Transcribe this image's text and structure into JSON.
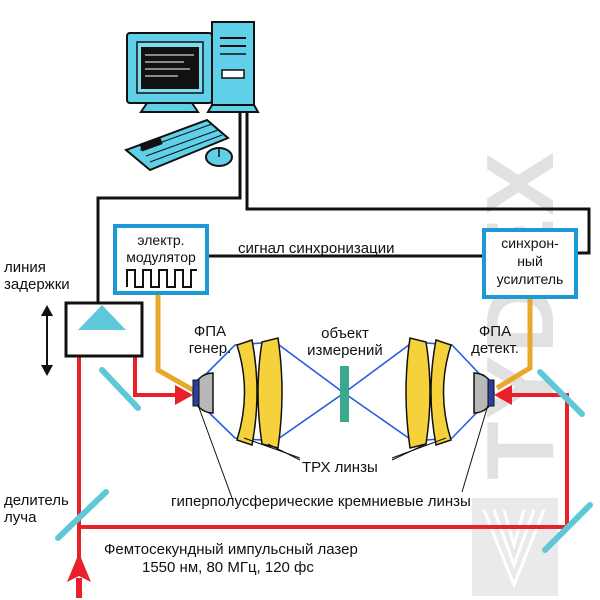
{
  "labels": {
    "delay_line": [
      "линия",
      "задержки"
    ],
    "modulator": [
      "электр.",
      "модулятор"
    ],
    "sync_signal": "сигнал  синхронизации",
    "lockin": [
      "синхрон-",
      "ный",
      "усилитель"
    ],
    "pca_gen": [
      "ФПА",
      "генер."
    ],
    "object": [
      "объект",
      "измерений"
    ],
    "pca_det": [
      "ФПА",
      "детект."
    ],
    "tpx_lenses": "ТРХ линзы",
    "si_lenses": "гиперполусферические кремниевые линзы",
    "splitter": [
      "делитель",
      "луча"
    ],
    "laser_line1": "Фемтосекундный импульсный лазер",
    "laser_line2": "1550 нм, 80 МГц, 120 фс",
    "watermark": "TYDEX"
  },
  "colors": {
    "laser_red": "#e8202a",
    "thz_blue": "#2b5ce0",
    "box_blue": "#1d9ad6",
    "mirror_cyan": "#5fc8d8",
    "lens_yellow": "#f5d23c",
    "fiber_orange": "#e8a82a",
    "object_teal": "#3aa88a",
    "wire_black": "#111111",
    "monitor_cyan": "#5fd0e8"
  },
  "icons": [
    "computer-icon",
    "keyboard-icon",
    "mouse-icon",
    "square-wave-icon",
    "up-arrow-icon",
    "double-arrow-icon"
  ]
}
